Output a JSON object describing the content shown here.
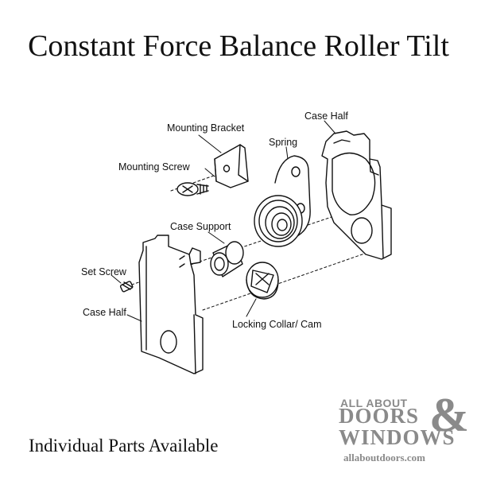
{
  "title": "Constant Force Balance Roller Tilt",
  "subtitle": "Individual Parts Available",
  "labels": {
    "mounting_bracket": "Mounting Bracket",
    "case_half_top": "Case Half",
    "spring": "Spring",
    "mounting_screw": "Mounting Screw",
    "case_support": "Case Support",
    "set_screw": "Set Screw",
    "case_half_bottom": "Case Half",
    "locking_collar": "Locking Collar/ Cam"
  },
  "logo": {
    "line1": "ALL ABOUT",
    "line2": "DOORS",
    "ampersand": "&",
    "line3": "WINDOWS",
    "url": "allaboutdoors.com"
  }
}
